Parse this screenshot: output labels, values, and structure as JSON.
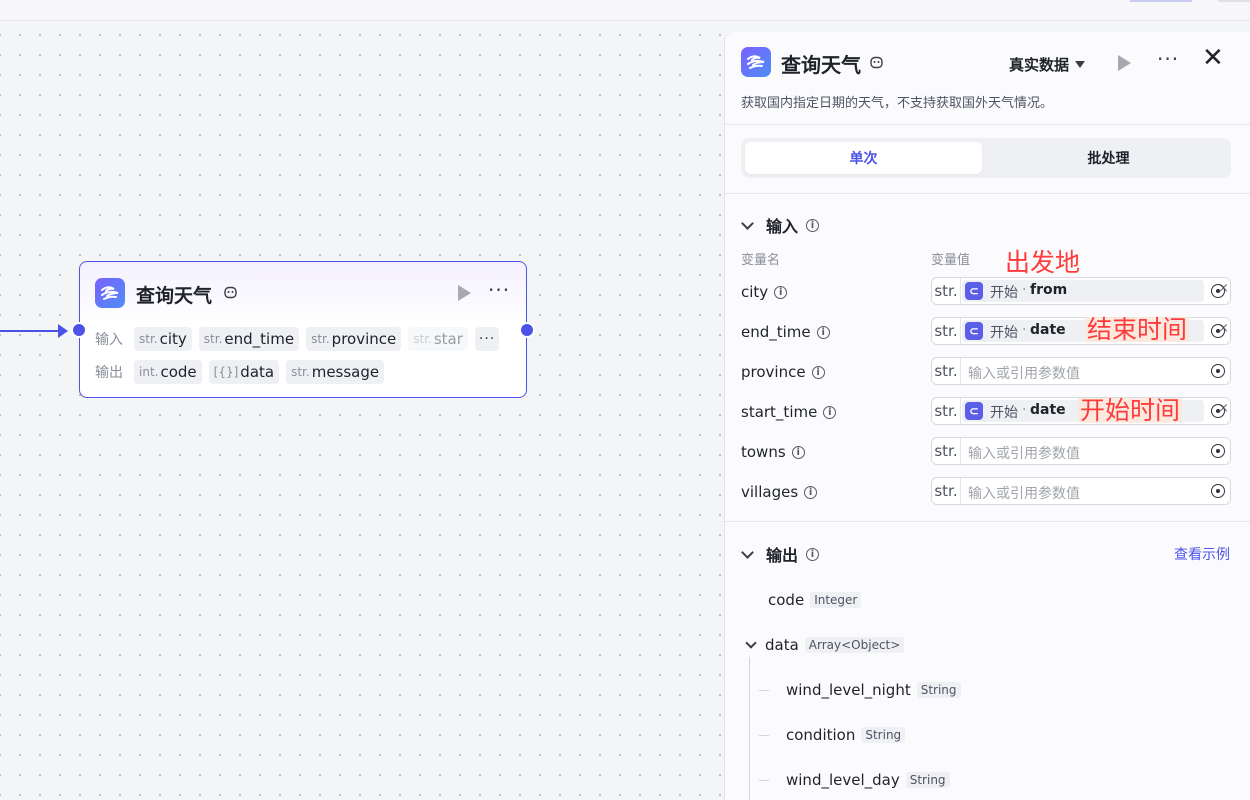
{
  "node": {
    "title": "查询天气",
    "input_label": "输入",
    "output_label": "输出",
    "inputs": [
      {
        "type": "str.",
        "name": "city"
      },
      {
        "type": "str.",
        "name": "end_time"
      },
      {
        "type": "str.",
        "name": "province"
      },
      {
        "type": "str.",
        "name": "star"
      }
    ],
    "outputs": [
      {
        "type": "int.",
        "name": "code"
      },
      {
        "type": "[{}]",
        "name": "data"
      },
      {
        "type": "str.",
        "name": "message"
      }
    ]
  },
  "panel": {
    "title": "查询天气",
    "data_mode": "真实数据",
    "description": "获取国内指定日期的天气，不支持获取国外天气情况。",
    "tabs": [
      "单次",
      "批处理"
    ],
    "input_section": "输入",
    "col_name": "变量名",
    "col_value": "变量值",
    "placeholder": "输入或引用参数值",
    "ref_node": "开始",
    "inputs": [
      {
        "name": "city",
        "type": "str.",
        "ref": "from"
      },
      {
        "name": "end_time",
        "type": "str.",
        "ref": "date"
      },
      {
        "name": "province",
        "type": "str."
      },
      {
        "name": "start_time",
        "type": "str.",
        "ref": "date"
      },
      {
        "name": "towns",
        "type": "str."
      },
      {
        "name": "villages",
        "type": "str."
      }
    ],
    "output_section": "输出",
    "see_example": "查看示例",
    "outputs": [
      {
        "name": "code",
        "type": "Integer"
      },
      {
        "name": "data",
        "type": "Array<Object>"
      },
      {
        "name": "wind_level_night",
        "type": "String"
      },
      {
        "name": "condition",
        "type": "String"
      },
      {
        "name": "wind_level_day",
        "type": "String"
      }
    ]
  },
  "annotations": {
    "city": "出发地",
    "end_time": "结束时间",
    "start_time": "开始时间"
  },
  "colors": {
    "accent": "#4d53e8",
    "annotation": "#ff3b3b"
  }
}
